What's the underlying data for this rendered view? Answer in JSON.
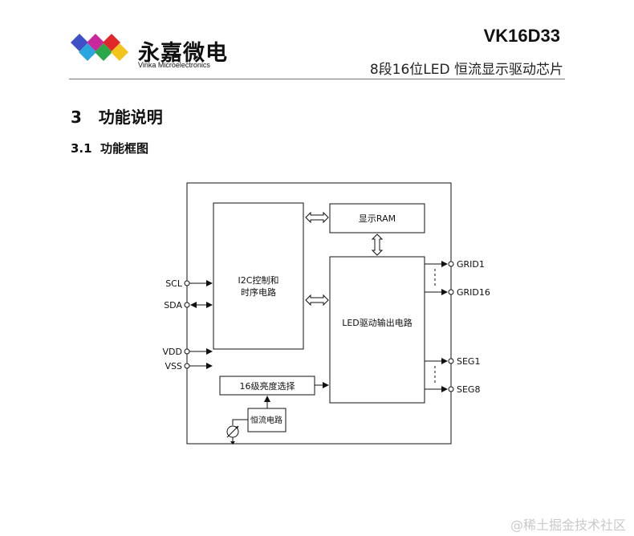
{
  "header": {
    "logo_cn": "永嘉微电",
    "logo_en": "Vinka Microelectronics",
    "doc_code": "VK16D33",
    "doc_subtitle": "8段16位LED 恒流显示驱动芯片"
  },
  "section": {
    "heading": "3   功能说明",
    "subheading": "3.1  功能框图"
  },
  "diagram": {
    "blocks": {
      "i2c_line1": "I2C控制和",
      "i2c_line2": "时序电路",
      "ram": "显示RAM",
      "led_driver": "LED驱动输出电路",
      "brightness": "16级亮度选择",
      "current": "恒流电路"
    },
    "pins": {
      "scl": "SCL",
      "sda": "SDA",
      "vdd": "VDD",
      "vss": "VSS",
      "grid1": "GRID1",
      "grid16": "GRID16",
      "seg1": "SEG1",
      "seg8": "SEG8"
    }
  },
  "watermark": "@稀土掘金技术社区",
  "colors": {
    "logo_blue": "#3f4fc6",
    "logo_magenta": "#c8289c",
    "logo_red": "#e0282c",
    "logo_green": "#2aa84a",
    "logo_yellow": "#f2c51e",
    "logo_cyan": "#2aa6df"
  }
}
